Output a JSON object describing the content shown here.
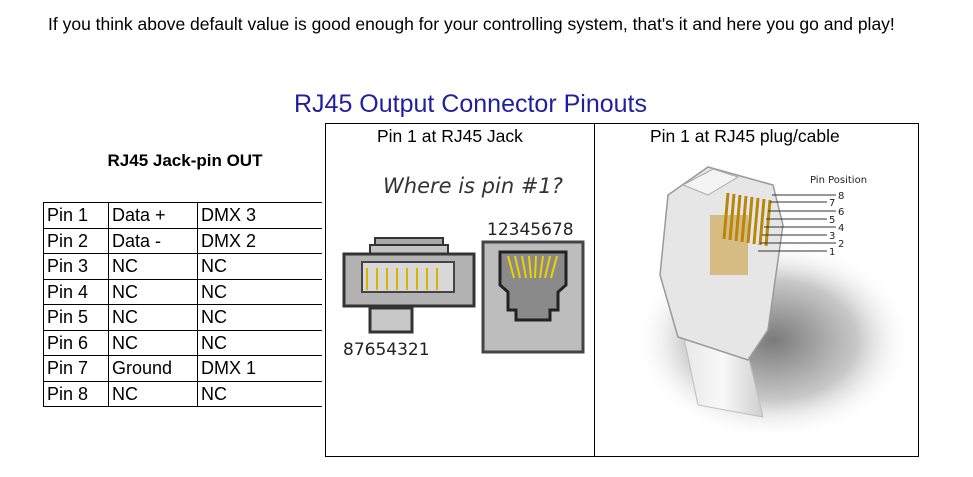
{
  "intro_text": "If you think above default value is good enough for your controlling system, that's it and here you go and play!",
  "heading": "RJ45 Output Connector Pinouts",
  "jack_table": {
    "title": "RJ45 Jack-pin OUT",
    "rows": [
      [
        "Pin 1",
        "Data +",
        "DMX 3"
      ],
      [
        "Pin 2",
        "Data -",
        "DMX 2"
      ],
      [
        "Pin 3",
        "NC",
        "NC"
      ],
      [
        "Pin 4",
        "NC",
        "NC"
      ],
      [
        "Pin 5",
        "NC",
        "NC"
      ],
      [
        "Pin 6",
        "NC",
        "NC"
      ],
      [
        "Pin 7",
        "Ground",
        "DMX 1"
      ],
      [
        "Pin 8",
        "NC",
        "NC"
      ]
    ]
  },
  "pinout_panel": {
    "left_header": "Pin 1 at RJ45 Jack",
    "right_header": "Pin 1 at RJ45 plug/cable",
    "jack_image": {
      "question": "Where is pin #1?",
      "front_numbers": "12345678",
      "back_numbers": "87654321"
    },
    "plug_image": {
      "label": "Pin Position",
      "pins": [
        "1",
        "2",
        "3",
        "4",
        "5",
        "6",
        "7",
        "8"
      ]
    }
  }
}
